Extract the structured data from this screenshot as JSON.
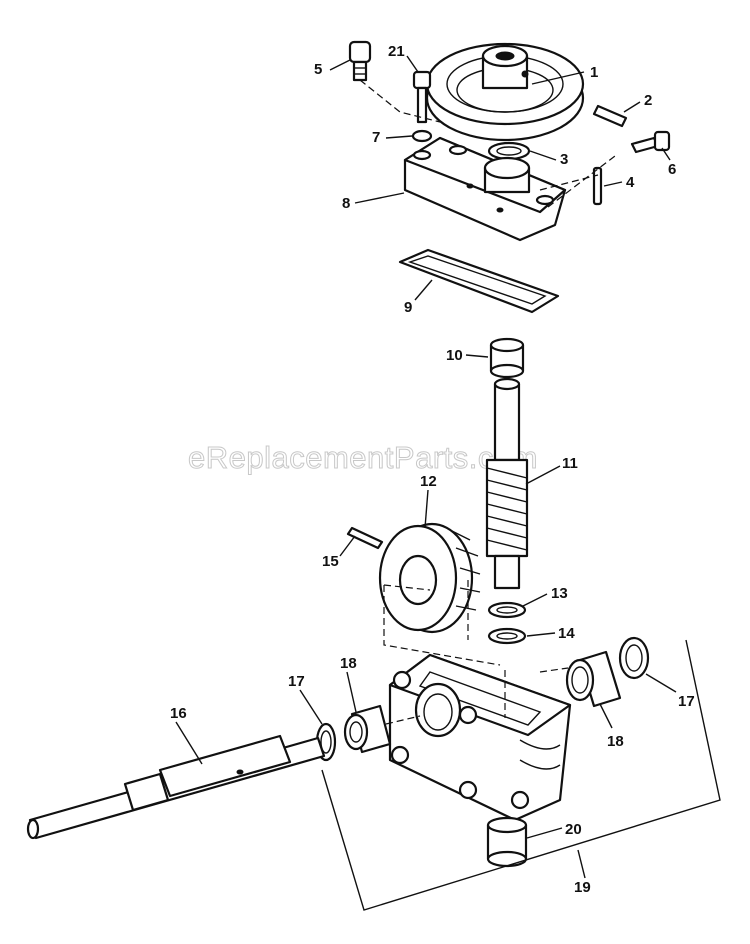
{
  "watermark": "eReplacementParts.com",
  "callouts": [
    {
      "id": "c1",
      "text": "1"
    },
    {
      "id": "c2",
      "text": "2"
    },
    {
      "id": "c3",
      "text": "3"
    },
    {
      "id": "c4",
      "text": "4"
    },
    {
      "id": "c5",
      "text": "5"
    },
    {
      "id": "c6",
      "text": "6"
    },
    {
      "id": "c7",
      "text": "7"
    },
    {
      "id": "c8",
      "text": "8"
    },
    {
      "id": "c9",
      "text": "9"
    },
    {
      "id": "c10",
      "text": "10"
    },
    {
      "id": "c11",
      "text": "11"
    },
    {
      "id": "c12",
      "text": "12"
    },
    {
      "id": "c13",
      "text": "13"
    },
    {
      "id": "c14",
      "text": "14"
    },
    {
      "id": "c15",
      "text": "15"
    },
    {
      "id": "c16",
      "text": "16"
    },
    {
      "id": "c17a",
      "text": "17"
    },
    {
      "id": "c17b",
      "text": "17"
    },
    {
      "id": "c18a",
      "text": "18"
    },
    {
      "id": "c18b",
      "text": "18"
    },
    {
      "id": "c19",
      "text": "19"
    },
    {
      "id": "c20",
      "text": "20"
    },
    {
      "id": "c21",
      "text": "21"
    }
  ]
}
